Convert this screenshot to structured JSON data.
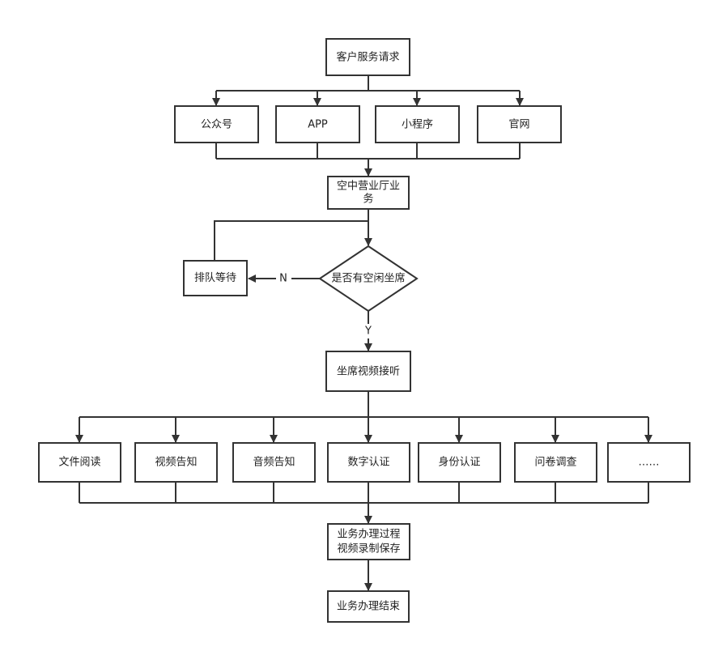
{
  "nodes": {
    "request": "客户服务请求",
    "gzh": "公众号",
    "app": "APP",
    "mini": "小程序",
    "site": "官网",
    "hall_line1": "空中营业厅业",
    "hall_line2": "务",
    "decision": "是否有空闲坐席",
    "queue": "排队等待",
    "answer": "坐席视频接听",
    "doc": "文件阅读",
    "vnotice": "视频告知",
    "anotice": "音频告知",
    "cert": "数字认证",
    "idcert": "身份认证",
    "survey": "问卷调查",
    "more": "……",
    "record_line1": "业务办理过程",
    "record_line2": "视频录制保存",
    "end": "业务办理结束"
  },
  "labels": {
    "no": "N",
    "yes": "Y"
  },
  "colors": {
    "stroke": "#333333",
    "fill": "#ffffff",
    "text": "#222222"
  }
}
